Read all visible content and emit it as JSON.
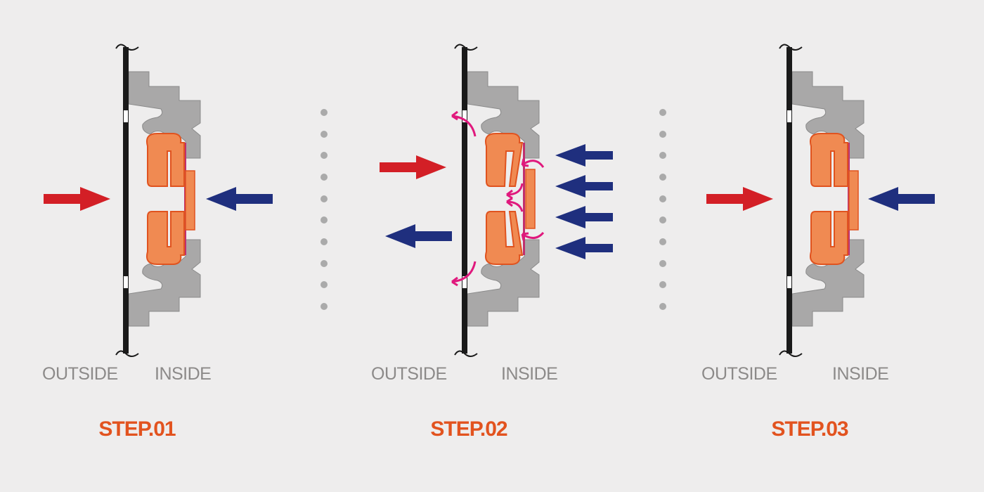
{
  "colors": {
    "background": "#eeeded",
    "wall": "#1a1a1a",
    "housing": "#a9a8a8",
    "valve": "#f08a52",
    "valve_outline": "#e0531f",
    "seal": "#c0306e",
    "outside_arrow": "#d31f26",
    "inside_arrow": "#1f2f7e",
    "airflow": "#e0197d",
    "step_label": "#e2531f",
    "side_label": "#8c8a89"
  },
  "panels": [
    {
      "step": "STEP.01",
      "outside": "OUTSIDE",
      "inside": "INSIDE"
    },
    {
      "step": "STEP.02",
      "outside": "OUTSIDE",
      "inside": "INSIDE"
    },
    {
      "step": "STEP.03",
      "outside": "OUTSIDE",
      "inside": "INSIDE"
    }
  ]
}
